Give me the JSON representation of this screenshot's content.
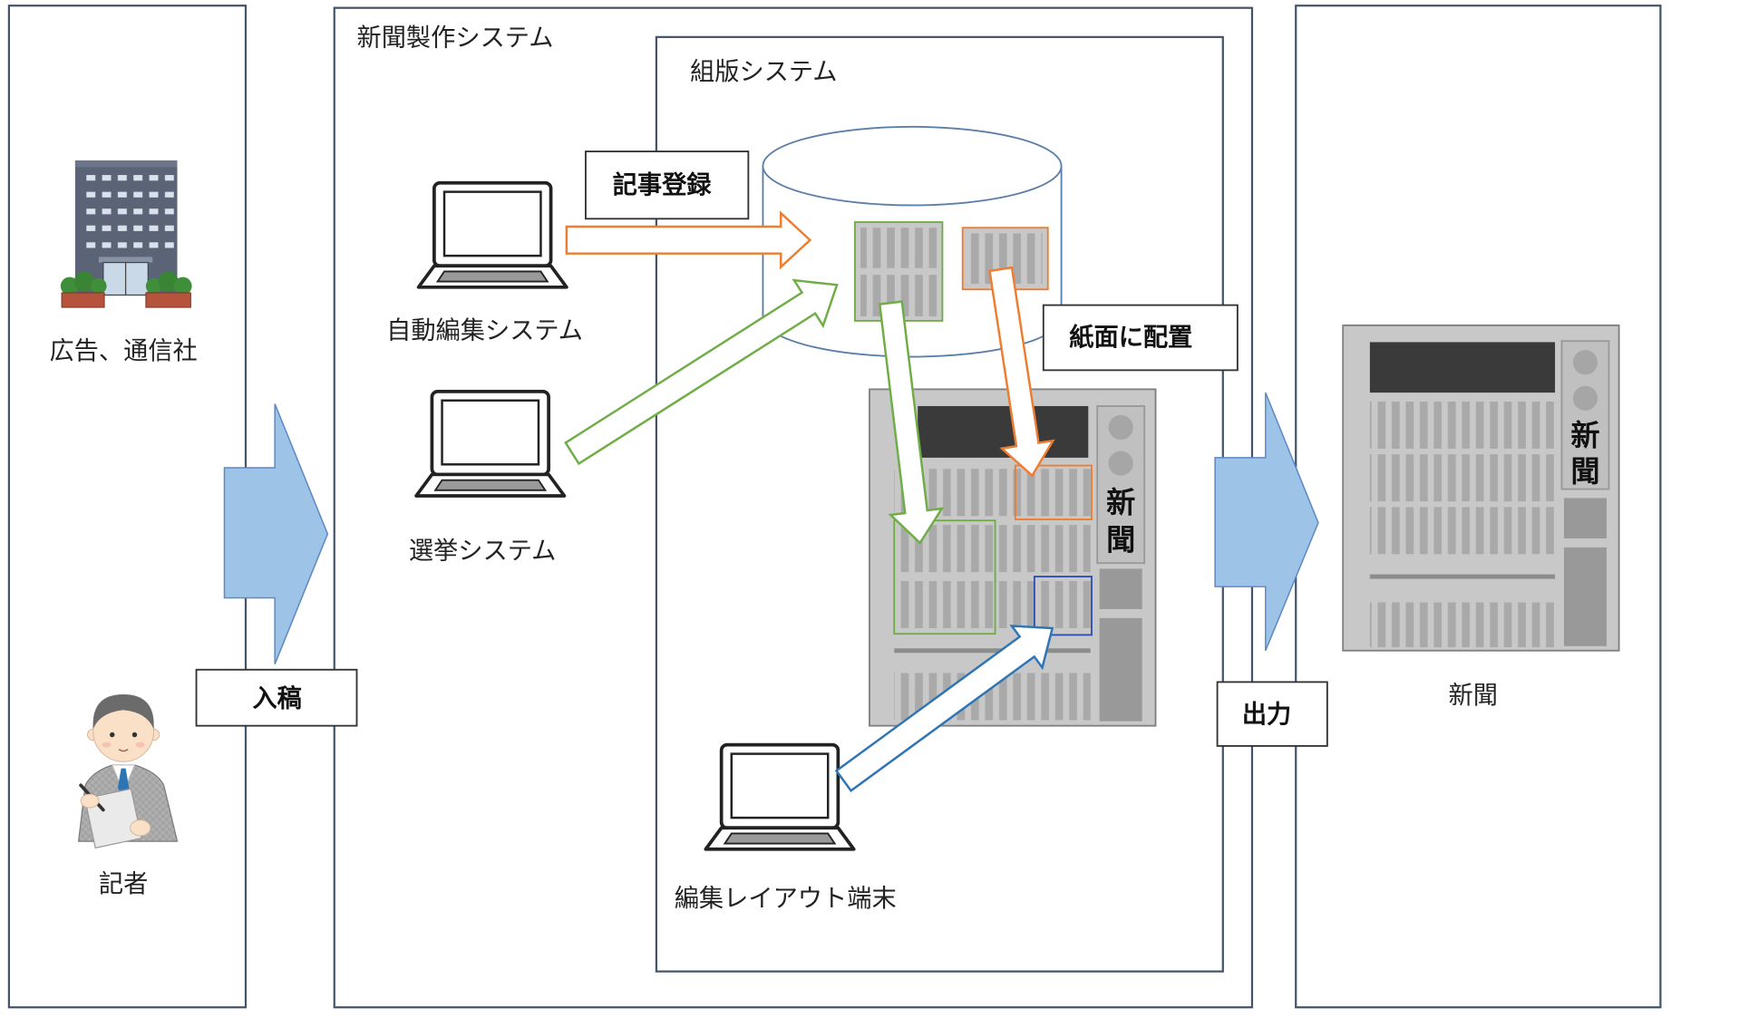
{
  "sources": {
    "items": [
      {
        "label": "広告、通信社",
        "icon": "building-icon"
      },
      {
        "label": "記者",
        "icon": "reporter-icon"
      }
    ]
  },
  "flow_labels": {
    "input": "入稿",
    "output": "出力"
  },
  "production": {
    "title": "新聞製作システム",
    "clients": [
      {
        "label": "自動編集システム",
        "icon": "laptop-icon"
      },
      {
        "label": "選挙システム",
        "icon": "laptop-icon"
      }
    ],
    "typesetting": {
      "title": "組版システム",
      "store_icon": "database-icon",
      "register_label": "記事登録",
      "place_label": "紙面に配置",
      "terminal": {
        "label": "編集レイアウト端末",
        "icon": "laptop-icon"
      },
      "page_masthead": [
        "新",
        "聞"
      ]
    }
  },
  "result": {
    "label": "新聞",
    "icon": "newspaper-icon",
    "masthead": [
      "新",
      "聞"
    ]
  },
  "colors": {
    "panel_border": "#44546a",
    "flow_arrow": "#9dc3e6",
    "register_arrow": "#ed7d31",
    "election_arrow": "#70ad47",
    "layout_arrow": "#2e75b6",
    "page_gray": "#c8c8c8"
  }
}
